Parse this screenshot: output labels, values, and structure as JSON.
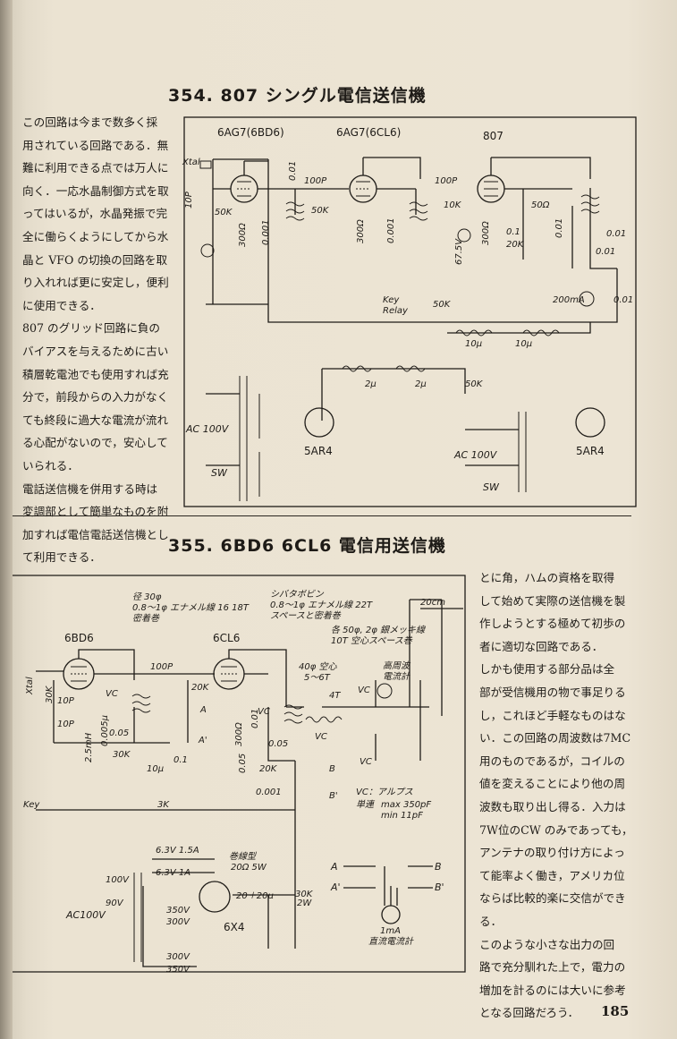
{
  "section354": {
    "title": "354. 807 シングル電信送信機",
    "text": [
      "この回路は今まで数多く採",
      "用されている回路である．無",
      "難に利用できる点では万人に",
      "向く．一応水晶制御方式を取",
      "ってはいるが，水晶発振で完",
      "全に働らくようにしてから水",
      "晶と VFO の切換の回路を取",
      "り入れれば更に安定し，便利",
      "に使用できる．",
      "807 のグリッド回路に負の",
      "バイアスを与えるために古い",
      "積層乾電池でも使用すれば充",
      "分で，前段からの入力がなく",
      "ても終段に過大な電流が流れ",
      "る心配がないので，安心して",
      "いられる．",
      "電話送信機を併用する時は",
      "変調部として簡単なものを附",
      "加すれば電信電話送信機とし",
      "て利用できる．"
    ],
    "diagram": {
      "tubes": [
        "6AG7(6BD6)",
        "6AG7(6CL6)",
        "807",
        "5AR4",
        "5AR4"
      ],
      "labels": [
        "Xtal",
        "10P",
        "50K",
        "300Ω",
        "0.001",
        "0.01",
        "100P",
        "50K",
        "300Ω",
        "0.001",
        "100P",
        "10K",
        "300Ω",
        "0.1",
        "20K",
        "67.5V",
        "50Ω",
        "0.01",
        "0.01",
        "0.01",
        "200mA",
        "0.01",
        "Key",
        "Relay",
        "50K",
        "10μ",
        "10μ",
        "2μ",
        "2μ",
        "50K",
        "AC 100V",
        "SW",
        "AC 100V",
        "SW"
      ]
    }
  },
  "section355": {
    "title": "355. 6BD6 6CL6 電信用送信機",
    "text": [
      "とに角，ハムの資格を取得",
      "して始めて実際の送信機を製",
      "作しようとする極めて初歩の",
      "者に適切な回路である．",
      "しかも使用する部分品は全",
      "部が受信機用の物で事足りる",
      "し，これほど手軽なものはな",
      "い．この回路の周波数は7MC",
      "用のものであるが，コイルの",
      "値を変えることにより他の周",
      "波数も取り出し得る．入力は",
      "7W位のCW のみであっても，",
      "アンテナの取り付け方によっ",
      "て能率よく働き，アメリカ位",
      "ならば比較的楽に交信ができ",
      "る．",
      "このような小さな出力の回",
      "路で充分馴れた上で，電力の",
      "増加を計るのには大いに参考",
      "となる回路だろう．"
    ],
    "diagram": {
      "tubes": [
        "6BD6",
        "6CL6",
        "6X4"
      ],
      "notes": [
        "径 30φ",
        "0.8～1φ エナメル線 16 18T",
        "密着巻",
        "シバタボビン",
        "0.8～1φ エナメル線 22T",
        "スペースと密着巻",
        "各 50φ, 2φ 銀メッキ線",
        "10T 空心スペース巻",
        "40φ 空心",
        "5～6T",
        "20cm",
        "高周波",
        "電流計"
      ],
      "labels": [
        "Xtal",
        "30K",
        "10P",
        "10P",
        "0.005μ",
        "2.5mH",
        "VC",
        "0.05",
        "30K",
        "10μ",
        "0.1",
        "100P",
        "20K",
        "A",
        "A'",
        "300Ω",
        "0.01",
        "0.05",
        "20K",
        "0.001",
        "VC",
        "0.05",
        "4T",
        "VC",
        "VC",
        "VC",
        "B",
        "B'",
        "3K",
        "Key"
      ],
      "vc_note": [
        "VC：アルプス",
        "単連",
        "max 350pF",
        "min 11pF"
      ],
      "power": [
        "6.3V 1.5A",
        "6.3V 1A",
        "巻線型",
        "20Ω 5W",
        "20＋20μ",
        "30K",
        "2W",
        "100V",
        "90V",
        "AC100V",
        "350V",
        "300V",
        "300V",
        "350V",
        "6X4"
      ],
      "meter": [
        "A",
        "A'",
        "B",
        "B'",
        "1mA",
        "直流電流計"
      ]
    }
  },
  "page_number": "185"
}
